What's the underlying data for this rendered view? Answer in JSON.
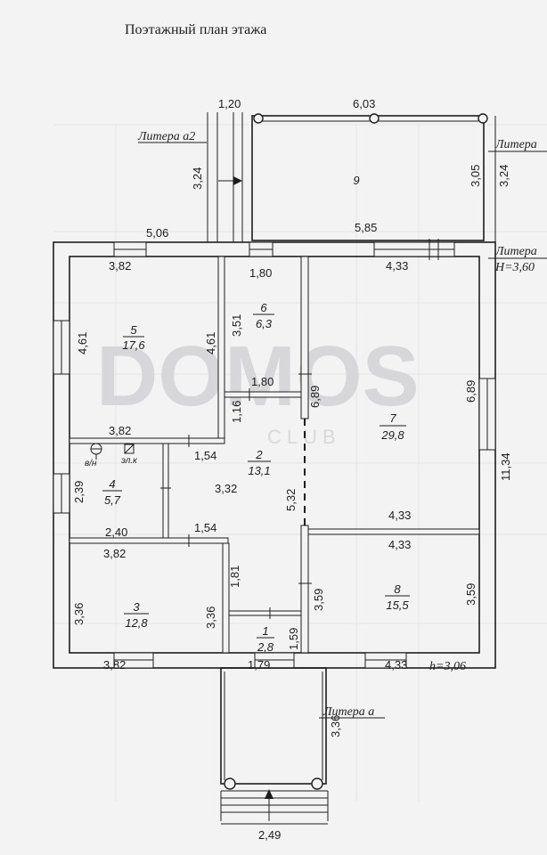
{
  "title": "Поэтажный план этажа",
  "watermark": {
    "main": "DOMOS",
    "sub": "CLUB"
  },
  "labels": {
    "litera_a2": "Литера а2",
    "litera_right_top": "Литера",
    "litera_right_mid": "Литера",
    "height_main": "H=3,60",
    "height_small": "h=3,06",
    "litera_a": "Литера а",
    "vn": "в/н",
    "elk": "эл.к"
  },
  "rooms": [
    {
      "number": "1",
      "area": "2,8"
    },
    {
      "number": "2",
      "area": "13,1"
    },
    {
      "number": "3",
      "area": "12,8"
    },
    {
      "number": "4",
      "area": "5,7"
    },
    {
      "number": "5",
      "area": "17,6"
    },
    {
      "number": "6",
      "area": "6,3"
    },
    {
      "number": "7",
      "area": "29,8"
    },
    {
      "number": "8",
      "area": "15,5"
    },
    {
      "number": "9",
      "area": ""
    }
  ],
  "dims": {
    "d_120": "1,20",
    "d_603": "6,03",
    "d_324a": "3,24",
    "d_305": "3,05",
    "d_324b": "3,24",
    "d_506": "5,06",
    "d_585": "5,85",
    "d_382a": "3,82",
    "d_180a": "1,80",
    "d_433a": "4,33",
    "d_461a": "4,61",
    "d_351": "3,51",
    "d_461b": "4,61",
    "d_689a": "6,89",
    "d_689b": "6,89",
    "d_180b": "1,80",
    "d_116": "1,16",
    "d_382b": "3,82",
    "d_154a": "1,54",
    "d_1134": "11,34",
    "d_239": "2,39",
    "d_332": "3,32",
    "d_532": "5,32",
    "d_240": "2,40",
    "d_154b": "1,54",
    "d_433b": "4,33",
    "d_433c": "4,33",
    "d_382c": "3,82",
    "d_181": "1,81",
    "d_336a": "3,36",
    "d_336b": "3,36",
    "d_359a": "3,59",
    "d_359b": "3,59",
    "d_159": "1,59",
    "d_382d": "3,82",
    "d_179": "1,79",
    "d_433d": "4,33",
    "d_336c": "3,36",
    "d_249": "2,49"
  }
}
